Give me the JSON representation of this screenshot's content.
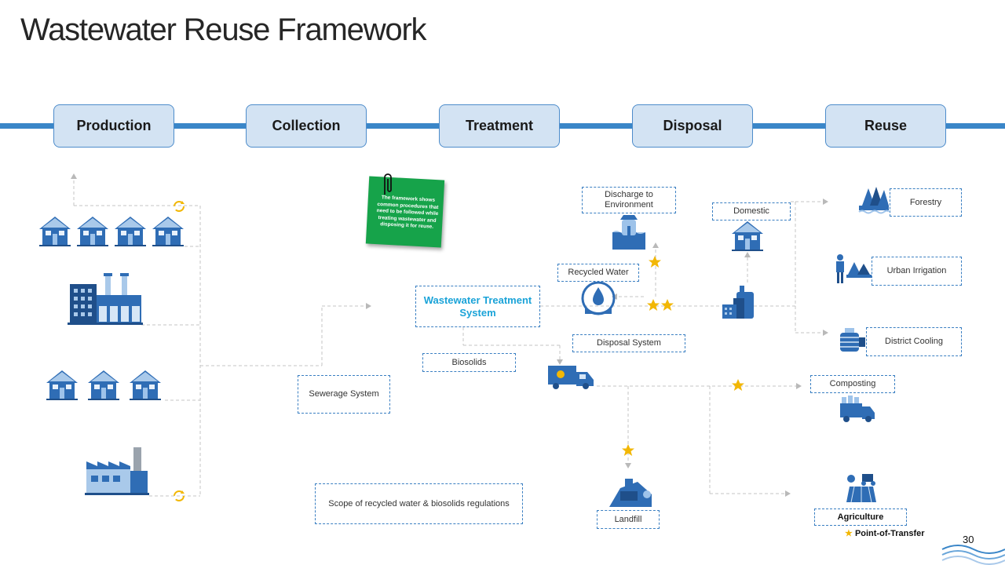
{
  "title": "Wastewater Reuse Framework",
  "stages": [
    "Production",
    "Collection",
    "Treatment",
    "Disposal",
    "Reuse"
  ],
  "note": "The framework shows common procedures that need to be followed while treating wastewater and disposing it for reuse.",
  "boxes": {
    "discharge": "Discharge to Environment",
    "domestic": "Domestic",
    "forestry": "Forestry",
    "urban_irrigation": "Urban Irrigation",
    "recycled_water": "Recycled Water",
    "wts": "Wastewater Treatment System",
    "district_cooling": "District Cooling",
    "disposal_system": "Disposal System",
    "biosolids": "Biosolids",
    "composting": "Composting",
    "sewerage": "Sewerage System",
    "scope": "Scope of recycled water & biosolids regulations",
    "landfill": "Landfill",
    "agriculture": "Agriculture"
  },
  "legend": "Point-of-Transfer",
  "page_number": "30",
  "colors": {
    "accent": "#3a86c8",
    "stage_fill": "#d3e3f3",
    "icon": "#2f6db5",
    "star": "#f2b705",
    "note": "#16a34a",
    "wts_text": "#1aa3d8"
  }
}
